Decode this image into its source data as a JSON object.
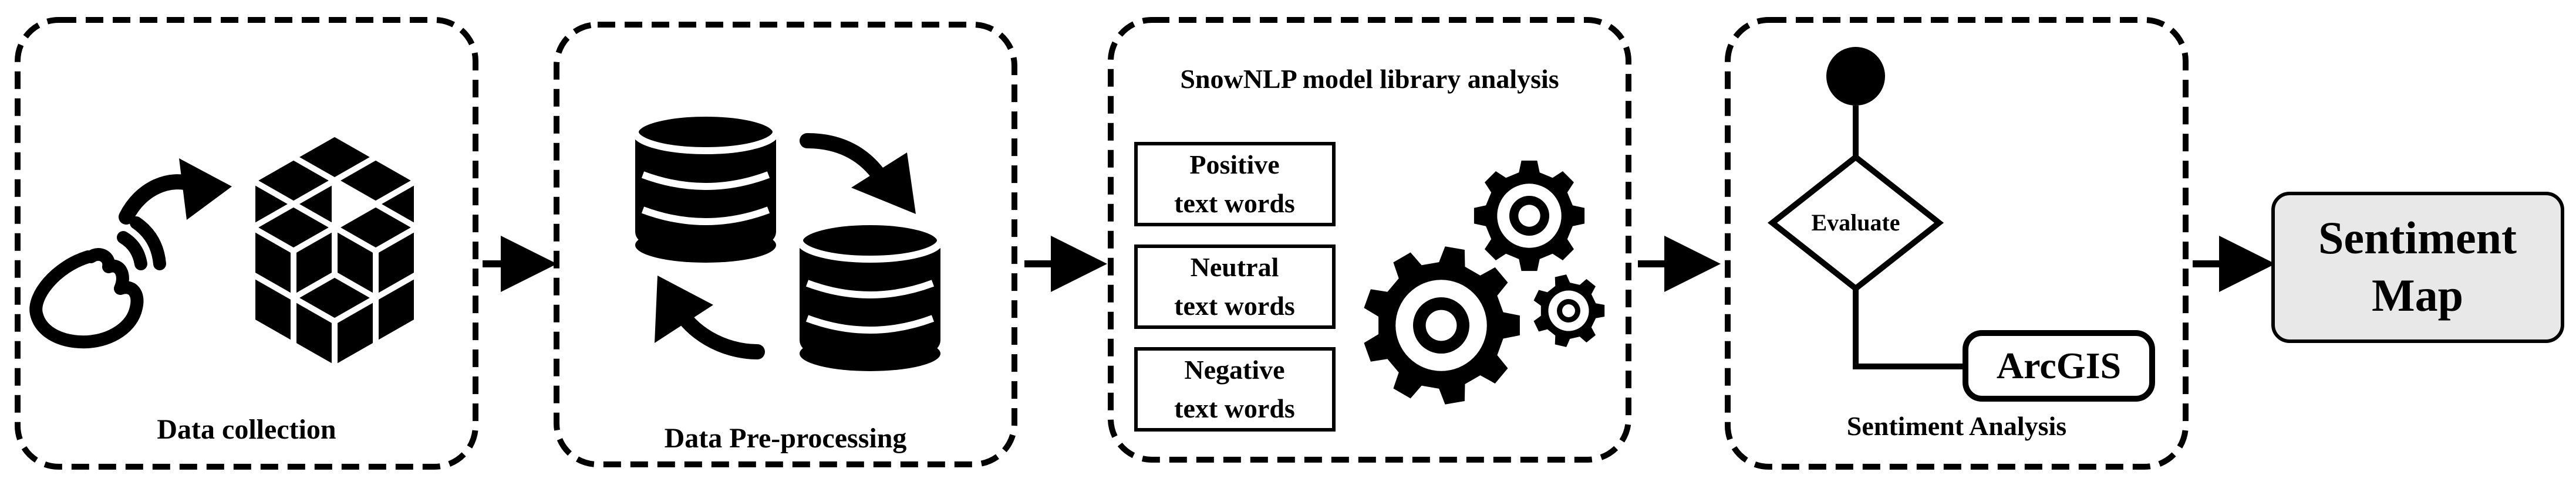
{
  "stages": {
    "collection": {
      "label": "Data collection"
    },
    "preprocessing": {
      "label": "Data Pre-processing"
    },
    "snownlp": {
      "title": "SnowNLP model library analysis",
      "positive": {
        "line1": "Positive",
        "line2": "text words"
      },
      "neutral": {
        "line1": "Neutral",
        "line2": "text words"
      },
      "negative": {
        "line1": "Negative",
        "line2": "text words"
      }
    },
    "sentiment": {
      "label": "Sentiment Analysis",
      "evaluate": "Evaluate",
      "arcgis": "ArcGIS"
    }
  },
  "output": {
    "line1": "Sentiment",
    "line2": "Map",
    "fill": "#e8e8e8"
  }
}
